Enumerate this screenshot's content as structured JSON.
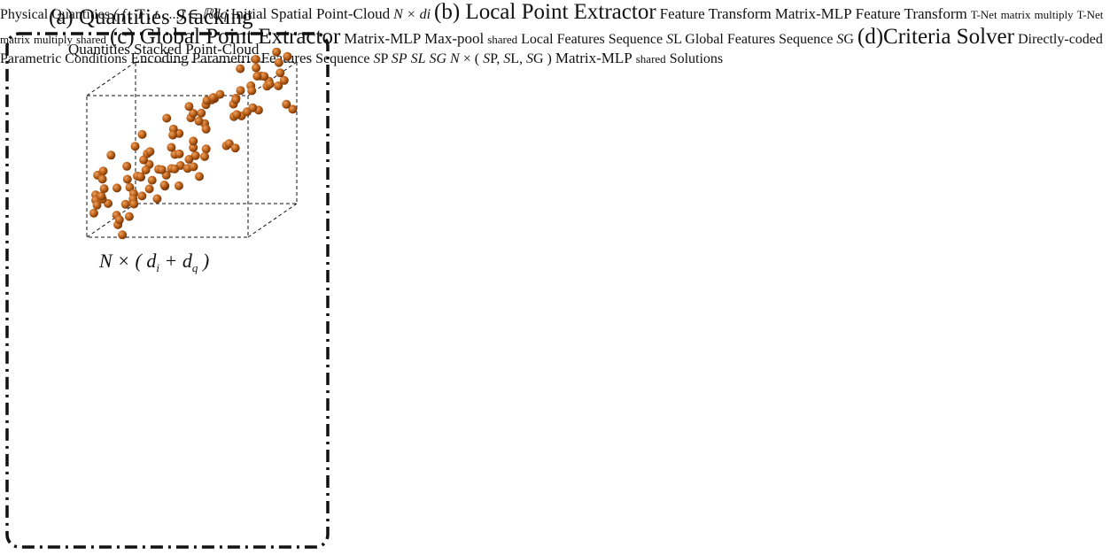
{
  "panels": {
    "a": {
      "title": "(a) Quantities Stacking",
      "stacked_title": "Quantities Stacked Point-Cloud",
      "stacked_dim": "N × (d_i + d_q)",
      "physical": "Physical Quantities (f, T, t, ...) ∈ ℝ^dq",
      "initial_title": "Initial Spatial Point-Cloud",
      "initial_dim": "N × d_i"
    },
    "b": {
      "title": "(b) Local Point Extractor",
      "ft1": "Feature Transform",
      "mlp": "Matrix-MLP",
      "ft2": "Feature Transform"
    },
    "c": {
      "title": "(c) Global Point Extractor",
      "mlp": "Matrix-MLP",
      "maxpool": "Max-pool"
    },
    "d": {
      "title": "(d)Criteria Solver",
      "direct1": "Directly-coded",
      "direct2": "Parametric Conditions",
      "encoding": "Encoding",
      "pfs1": "Parametric Features",
      "pfs2": "Sequence S_P",
      "mlp": "Matrix-MLP",
      "dim": "N × (S_P, S_L, S_G)",
      "solutions": "Solutions",
      "sp": "S_P",
      "sl": "S_L",
      "sg": "S_G"
    }
  },
  "labels": {
    "tnet": "T-Net",
    "matmul1": "matrix",
    "matmul2": "multiply",
    "shared": "shared",
    "local_seq": "Local Features Sequence S_L",
    "global_seq": "Global Features Sequence S_G"
  },
  "colors": {
    "panel_a": "#111111",
    "panel_b": "#c8641e",
    "panel_c": "#3a7ab8",
    "panel_d": "#e01010",
    "tnet_box": "#4a8ec4",
    "green_box": "#6aa84f",
    "points_orange": "#b35a12",
    "points_gray": "#8a8a8a"
  }
}
